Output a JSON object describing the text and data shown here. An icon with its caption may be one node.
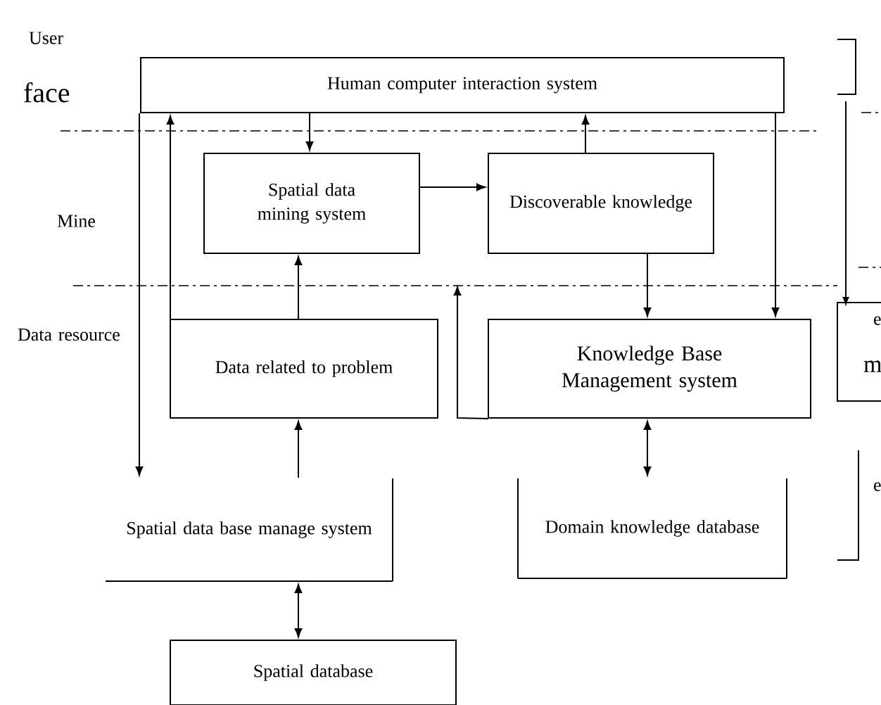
{
  "diagram": {
    "nodes": [
      {
        "text": [
          "Human computer interaction system"
        ]
      },
      {
        "text": [
          "Spatial data mining system"
        ]
      },
      {
        "text": [
          "Discoverable knowledge"
        ]
      },
      {
        "text": [
          "Data related to problem"
        ]
      },
      {
        "text": [
          "Knowledge Base Management system"
        ]
      },
      {
        "text": [
          "Spatial data base manage system"
        ]
      },
      {
        "text": [
          "Domain knowledge database"
        ]
      },
      {
        "text": [
          "Spatial database"
        ]
      }
    ],
    "edges": [
      {
        "from": 0,
        "to": 1,
        "arrow": "to"
      },
      {
        "from": 2,
        "to": 0,
        "arrow": "to"
      },
      {
        "from": 1,
        "to": 2,
        "arrow": "to"
      },
      {
        "from": 3,
        "to": 1,
        "arrow": "to"
      },
      {
        "from": 3,
        "to": 0,
        "arrow": "to"
      },
      {
        "from": 2,
        "to": 4,
        "arrow": "to"
      },
      {
        "from": 0,
        "to": 4,
        "arrow": "to"
      },
      {
        "from": 4,
        "to": null,
        "arrow": "to"
      },
      {
        "from": 4,
        "to": 6,
        "arrow": "both"
      },
      {
        "from": 5,
        "to": 3,
        "arrow": "to"
      },
      {
        "from": 5,
        "to": 7,
        "arrow": "both"
      },
      {
        "from": 0,
        "to": 5,
        "arrow": "to"
      }
    ],
    "labels": [
      "User",
      "face",
      "Mine",
      "Data resource",
      "e",
      "m",
      "e"
    ]
  }
}
